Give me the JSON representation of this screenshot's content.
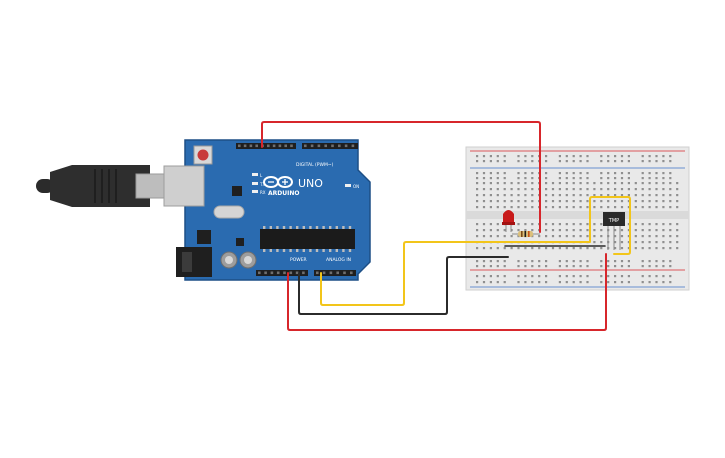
{
  "arduino": {
    "brand": "ARDUINO",
    "model": "UNO",
    "digital_label": "DIGITAL (PWM~)",
    "power_label": "POWER",
    "analog_label": "ANALOG IN",
    "tx_label": "TX",
    "rx_label": "RX",
    "l_label": "L",
    "on_label": "ON"
  },
  "sensor": {
    "label": "TMP"
  },
  "colors": {
    "board": "#2a6bb0",
    "board_dark": "#1d4f86",
    "breadboard": "#e9e9e9",
    "wire_red": "#d7262b",
    "wire_yellow": "#f2c51a",
    "wire_black": "#2b2b2b",
    "led": "#c81a1a"
  },
  "icons": [
    "usb-plug-icon",
    "reset-button-icon",
    "arduino-logo-icon"
  ]
}
